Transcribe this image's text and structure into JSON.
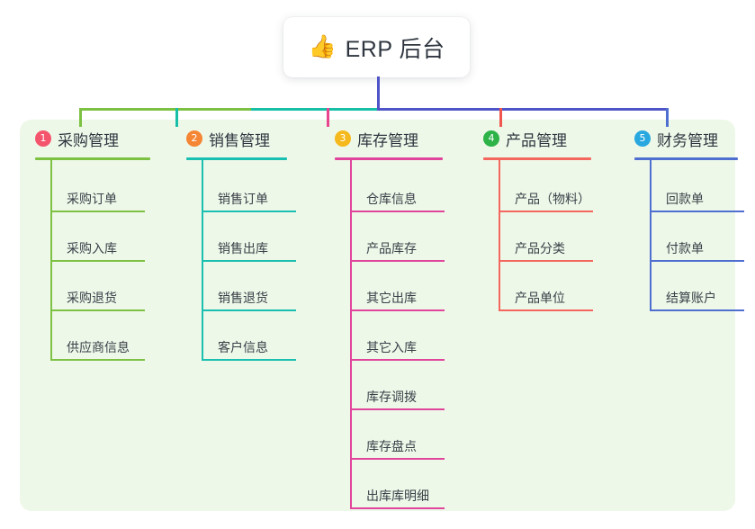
{
  "title": {
    "emoji": "👍",
    "emoji_name": "thumbs-up-emoji",
    "text": "ERP 后台"
  },
  "colors": {
    "panel_background": "#eef8e9",
    "page_background": "#ffffff",
    "title_text": "#2f3640",
    "bus_left_green": "#7dc142",
    "bus_mid_teal": "#17bfa6",
    "bus_right_purple": "#4f55c8",
    "stem_pink": "#e8448f",
    "stem_red": "#f0564f",
    "stem_blue": "#4f6fd0"
  },
  "columns": [
    {
      "number": "1",
      "title": "采购管理",
      "badge_color": "#f4556c",
      "rule_color": "#7dc142",
      "items": [
        {
          "label": "采购订单"
        },
        {
          "label": "采购入库"
        },
        {
          "label": "采购退货"
        },
        {
          "label": "供应商信息"
        }
      ]
    },
    {
      "number": "2",
      "title": "销售管理",
      "badge_color": "#f58634",
      "rule_color": "#19bfb0",
      "items": [
        {
          "label": "销售订单"
        },
        {
          "label": "销售出库"
        },
        {
          "label": "销售退货"
        },
        {
          "label": "客户信息"
        }
      ]
    },
    {
      "number": "3",
      "title": "库存管理",
      "badge_color": "#f5b91d",
      "rule_color": "#e0459b",
      "items": [
        {
          "label": "仓库信息"
        },
        {
          "label": "产品库存"
        },
        {
          "label": "其它出库"
        },
        {
          "label": "其它入库"
        },
        {
          "label": "库存调拨"
        },
        {
          "label": "库存盘点"
        },
        {
          "label": "出库库明细"
        }
      ]
    },
    {
      "number": "4",
      "title": "产品管理",
      "badge_color": "#2eb349",
      "rule_color": "#f4675e",
      "items": [
        {
          "label": "产品（物料）"
        },
        {
          "label": "产品分类"
        },
        {
          "label": "产品单位"
        }
      ]
    },
    {
      "number": "5",
      "title": "财务管理",
      "badge_color": "#29a8e0",
      "rule_color": "#4f6fd0",
      "items": [
        {
          "label": "回款单"
        },
        {
          "label": "付款单"
        },
        {
          "label": "结算账户"
        }
      ]
    }
  ]
}
